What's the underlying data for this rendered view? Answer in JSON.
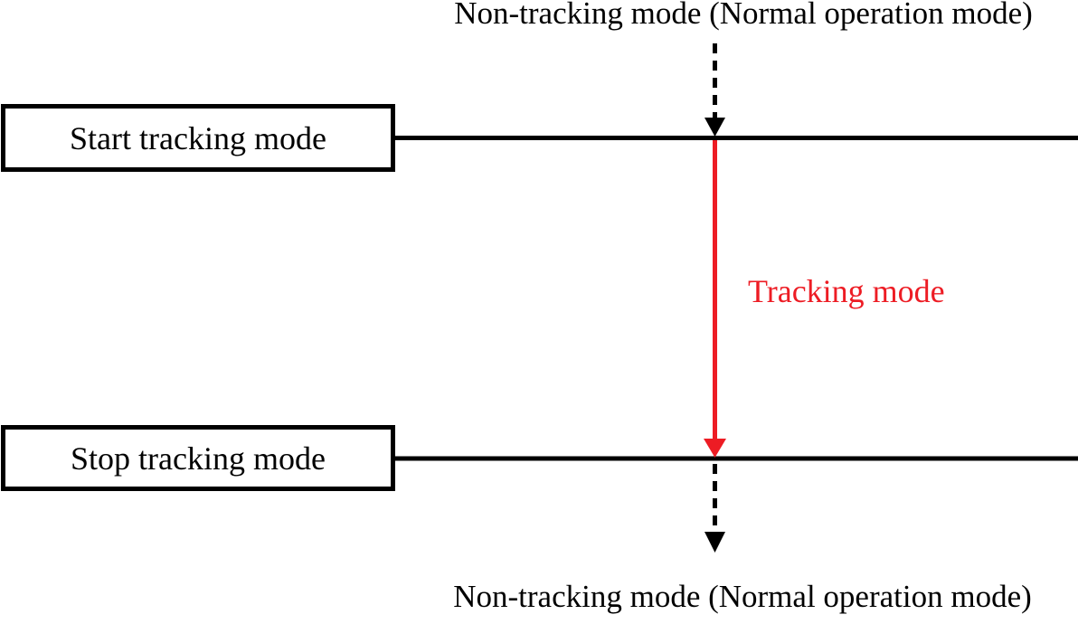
{
  "labels": {
    "top": "Non-tracking mode (Normal operation mode)",
    "bottom": "Non-tracking mode (Normal operation mode)",
    "tracking": "Tracking mode"
  },
  "boxes": {
    "start": "Start tracking mode",
    "stop": "Stop tracking mode"
  },
  "colors": {
    "line_black": "#000000",
    "tracking_red": "#ed1c24"
  }
}
